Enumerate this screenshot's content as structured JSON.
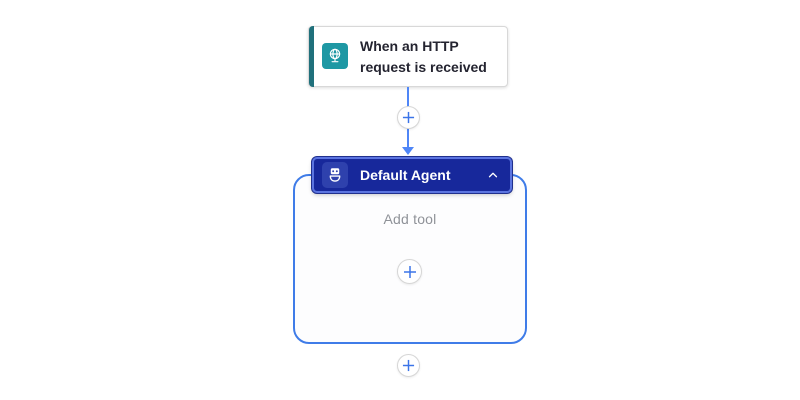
{
  "canvas": {
    "background": "#ffffff"
  },
  "trigger_card": {
    "title": "When an HTTP request is received",
    "icon": "http-request-globe-icon",
    "accent_color": "#20707b",
    "icon_bg": "#1e98a4"
  },
  "agent": {
    "header": {
      "title": "Default Agent",
      "icon": "agent-bot-icon",
      "bg_color": "#17289b",
      "border_color": "#5b74e0",
      "collapse_icon": "chevron-up-icon"
    },
    "body": {
      "placeholder": "Add tool",
      "add_tool_button_icon": "plus-icon"
    },
    "container_border_color": "#3f7ce8"
  },
  "connectors": {
    "line_color": "#4f86f7",
    "insert_button_icon": "plus-icon",
    "after_button_icon": "plus-icon",
    "plus_color": "#3b74e8"
  }
}
